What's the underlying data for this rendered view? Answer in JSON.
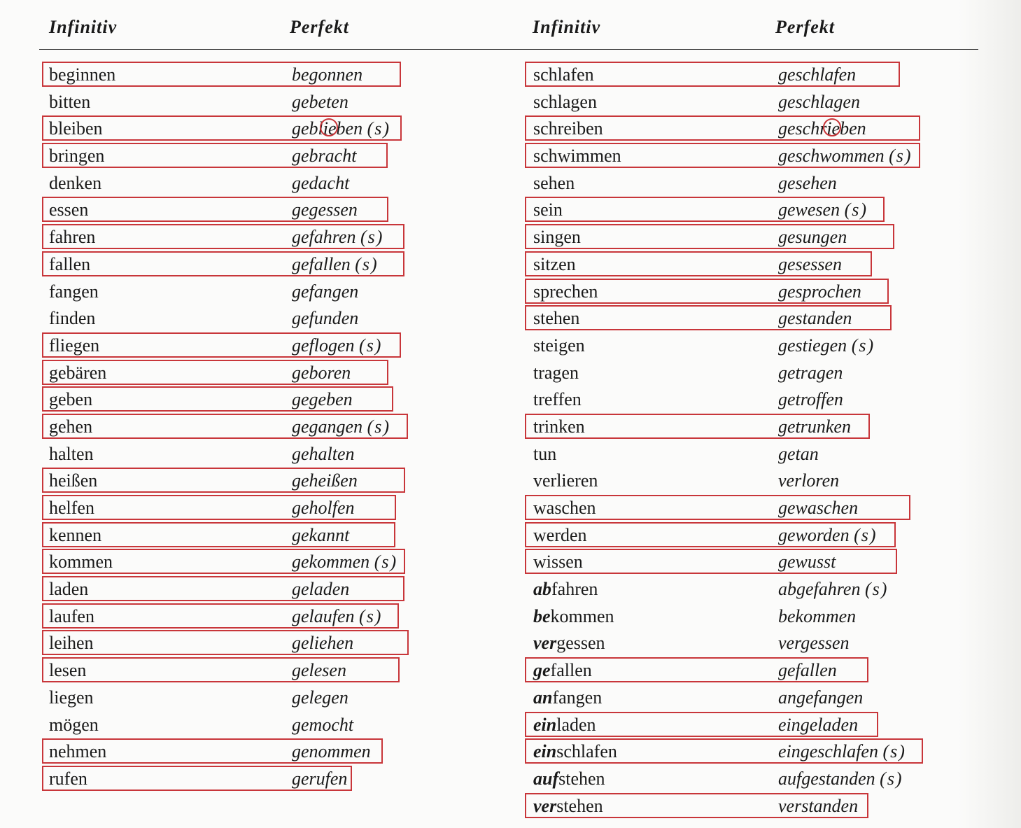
{
  "headers": {
    "left_infinitiv": "Infinitiv",
    "left_perfekt": "Perfekt",
    "right_infinitiv": "Infinitiv",
    "right_perfekt": "Perfekt"
  },
  "left": [
    {
      "inf": "beginnen",
      "perf": "begonnen",
      "marked": true
    },
    {
      "inf": "bitten",
      "perf": "gebeten",
      "marked": false
    },
    {
      "inf": "bleiben",
      "perf": "geblieben",
      "aux": "(s)",
      "marked": true
    },
    {
      "inf": "bringen",
      "perf": "gebracht",
      "marked": true
    },
    {
      "inf": "denken",
      "perf": "gedacht",
      "marked": false
    },
    {
      "inf": "essen",
      "perf": "gegessen",
      "marked": true
    },
    {
      "inf": "fahren",
      "perf": "gefahren",
      "aux": "(s)",
      "marked": true
    },
    {
      "inf": "fallen",
      "perf": "gefallen",
      "aux": "(s)",
      "marked": true
    },
    {
      "inf": "fangen",
      "perf": "gefangen",
      "marked": false
    },
    {
      "inf": "finden",
      "perf": "gefunden",
      "marked": false
    },
    {
      "inf": "fliegen",
      "perf": "geflogen",
      "aux": "(s)",
      "marked": true
    },
    {
      "inf": "gebären",
      "perf": "geboren",
      "marked": true
    },
    {
      "inf": "geben",
      "perf": "gegeben",
      "marked": true
    },
    {
      "inf": "gehen",
      "perf": "gegangen",
      "aux": "(s)",
      "marked": true
    },
    {
      "inf": "halten",
      "perf": "gehalten",
      "marked": false
    },
    {
      "inf": "heißen",
      "perf": "geheißen",
      "marked": true
    },
    {
      "inf": "helfen",
      "perf": "geholfen",
      "marked": true
    },
    {
      "inf": "kennen",
      "perf": "gekannt",
      "marked": true
    },
    {
      "inf": "kommen",
      "perf": "gekommen",
      "aux": "(s)",
      "marked": true
    },
    {
      "inf": "laden",
      "perf": "geladen",
      "marked": true
    },
    {
      "inf": "laufen",
      "perf": "gelaufen",
      "aux": "(s)",
      "marked": true
    },
    {
      "inf": "leihen",
      "perf": "geliehen",
      "marked": true
    },
    {
      "inf": "lesen",
      "perf": "gelesen",
      "marked": true
    },
    {
      "inf": "liegen",
      "perf": "gelegen",
      "marked": false
    },
    {
      "inf": "mögen",
      "perf": "gemocht",
      "marked": false
    },
    {
      "inf": "nehmen",
      "perf": "genommen",
      "marked": true
    },
    {
      "inf": "rufen",
      "perf": "gerufen",
      "marked": true
    }
  ],
  "right": [
    {
      "inf": "schlafen",
      "perf": "geschlafen",
      "marked": true
    },
    {
      "inf": "schlagen",
      "perf": "geschlagen",
      "marked": false
    },
    {
      "inf": "schreiben",
      "perf": "geschrieben",
      "marked": true
    },
    {
      "inf": "schwimmen",
      "perf": "geschwommen",
      "aux": "(s)",
      "marked": true
    },
    {
      "inf": "sehen",
      "perf": "gesehen",
      "marked": false
    },
    {
      "inf": "sein",
      "perf": "gewesen",
      "aux": "(s)",
      "marked": true
    },
    {
      "inf": "singen",
      "perf": "gesungen",
      "marked": true
    },
    {
      "inf": "sitzen",
      "perf": "gesessen",
      "marked": true
    },
    {
      "inf": "sprechen",
      "perf": "gesprochen",
      "marked": true
    },
    {
      "inf": "stehen",
      "perf": "gestanden",
      "marked": true
    },
    {
      "inf": "steigen",
      "perf": "gestiegen",
      "aux": "(s)",
      "marked": false
    },
    {
      "inf": "tragen",
      "perf": "getragen",
      "marked": false
    },
    {
      "inf": "treffen",
      "perf": "getroffen",
      "marked": false
    },
    {
      "inf": "trinken",
      "perf": "getrunken",
      "marked": true
    },
    {
      "inf": "tun",
      "perf": "getan",
      "marked": false
    },
    {
      "inf": "verlieren",
      "perf": "verloren",
      "marked": false
    },
    {
      "inf": "waschen",
      "perf": "gewaschen",
      "marked": true
    },
    {
      "inf": "werden",
      "perf": "geworden",
      "aux": "(s)",
      "marked": true
    },
    {
      "inf": "wissen",
      "perf": "gewusst",
      "marked": true
    },
    {
      "prefix": "ab",
      "inf": "fahren",
      "perf": "abgefahren",
      "aux": "(s)",
      "marked": false
    },
    {
      "prefix": "be",
      "inf": "kommen",
      "perf": "bekommen",
      "marked": false
    },
    {
      "prefix": "ver",
      "inf": "gessen",
      "perf": "vergessen",
      "marked": false
    },
    {
      "prefix": "ge",
      "inf": "fallen",
      "perf": "gefallen",
      "marked": true
    },
    {
      "prefix": "an",
      "inf": "fangen",
      "perf": "angefangen",
      "marked": false
    },
    {
      "prefix": "ein",
      "inf": "laden",
      "perf": "eingeladen",
      "marked": true
    },
    {
      "prefix": "ein",
      "inf": "schlafen",
      "perf": "eingeschlafen",
      "aux": "(s)",
      "marked": true
    },
    {
      "prefix": "auf",
      "inf": "stehen",
      "perf": "aufgestanden",
      "aux": "(s)",
      "marked": false
    },
    {
      "prefix": "ver",
      "inf": "stehen",
      "perf": "verstanden",
      "marked": true
    }
  ],
  "marker_color": "#c8363a"
}
